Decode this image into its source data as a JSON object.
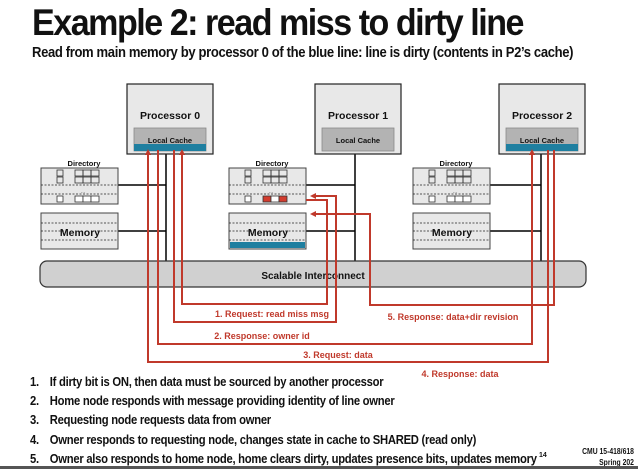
{
  "slide": {
    "title": "Example 2: read miss to dirty line",
    "subtitle": "Read from main memory by processor 0 of the blue line: line is dirty (contents in P2’s cache)",
    "slide_number": "14",
    "footer_course": "CMU 15-418/618",
    "footer_term": "Spring 202"
  },
  "nodes": [
    {
      "processor_label": "Processor 0",
      "cache_label": "Local Cache",
      "cache_has_blue_line": true,
      "directory_label": "Directory",
      "memory_label": "Memory",
      "memory_has_blue_line": false,
      "dirty_bits_highlighted": false
    },
    {
      "processor_label": "Processor 1",
      "cache_label": "Local Cache",
      "cache_has_blue_line": false,
      "directory_label": "Directory",
      "memory_label": "Memory",
      "memory_has_blue_line": true,
      "dirty_bits_highlighted": true
    },
    {
      "processor_label": "Processor 2",
      "cache_label": "Local Cache",
      "cache_has_blue_line": true,
      "directory_label": "Directory",
      "memory_label": "Memory",
      "memory_has_blue_line": false,
      "dirty_bits_highlighted": false
    }
  ],
  "interconnect": {
    "label": "Scalable Interconnect"
  },
  "messages": [
    {
      "step": 1,
      "label": "1. Request: read miss msg",
      "from": "Processor 0",
      "to": "Directory (home node P1)"
    },
    {
      "step": 2,
      "label": "2. Response: owner id",
      "from": "Directory (home node P1)",
      "to": "Processor 0"
    },
    {
      "step": 3,
      "label": "3. Request: data",
      "from": "Processor 0",
      "to": "Processor 2"
    },
    {
      "step": 4,
      "label": "4. Response: data",
      "from": "Processor 2",
      "to": "Processor 0"
    },
    {
      "step": 5,
      "label": "5. Response: data+dir revision",
      "from": "Processor 2",
      "to": "Memory (home node P1)"
    }
  ],
  "bullets": [
    {
      "num": "1.",
      "text": "If dirty bit is ON, then data must be sourced by another processor"
    },
    {
      "num": "2.",
      "text": "Home node responds with message providing identity of line owner"
    },
    {
      "num": "3.",
      "text": "Requesting node requests data from owner"
    },
    {
      "num": "4.",
      "text": "Owner responds to requesting node, changes state in cache to SHARED (read only)"
    },
    {
      "num": "5.",
      "text": "Owner also responds to home node, home clears dirty, updates presence bits, updates memory"
    }
  ],
  "colors": {
    "message_red": "#c0392b",
    "cache_blue": "#1f7fa0",
    "box_gray": "#e8e8e8",
    "cache_gray": "#b3b3b3",
    "interconnect_gray": "#d0d0d0"
  }
}
